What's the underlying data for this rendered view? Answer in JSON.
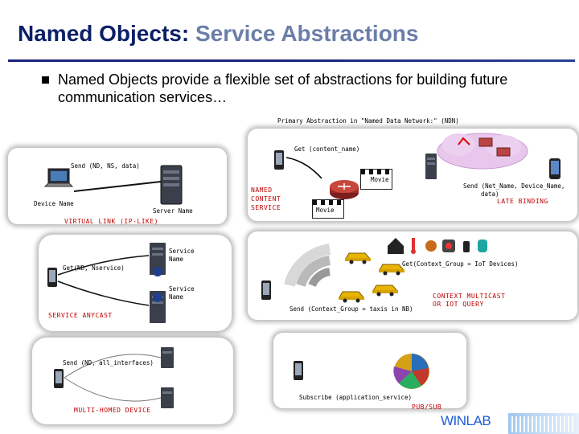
{
  "header": {
    "title_part1": "Named Objects:",
    "title_part2": "Service Abstractions"
  },
  "bullet": {
    "text": "Named Objects provide a flexible set of abstractions for building future communication services…"
  },
  "ndn": {
    "caption": "Primary Abstraction in \"Named Data Network:\" (NDN)",
    "get_label": "Get (content_name)",
    "named_content": [
      "NAMED",
      "CONTENT",
      "SERVICE"
    ],
    "movie_label": "Movie",
    "send_net": [
      "Send (Net_Name, Device_Name,",
      "data)"
    ],
    "late_binding": "LATE BINDING"
  },
  "virtual_link": {
    "send_label": "Send (ND, NS, data)",
    "device_name": "Device Name",
    "server_name": "Server Name",
    "title": "VIRTUAL LINK (IP-LIKE)"
  },
  "anycast": {
    "get_label": "Get(ND, Nservice)",
    "service_name_1": [
      "Service",
      "Name"
    ],
    "service_name_2": [
      "Service",
      "Name"
    ],
    "title": "SERVICE ANYCAST"
  },
  "multicast": {
    "get_label": "Get(Context_Group = IoT Devices)",
    "send_label": "Send (Context_Group = taxis in NB)",
    "title": [
      "CONTEXT MULTICAST",
      "OR IOT QUERY"
    ]
  },
  "multihomed": {
    "send_label": "Send (ND, all_interfaces)",
    "title": "MULTI-HOMED DEVICE"
  },
  "pubsub": {
    "subscribe_label": "Subscribe (application_service)",
    "title": "PUB/SUB"
  },
  "footer": {
    "logo": "WINLAB"
  },
  "colors": {
    "title_dark": "#0b1f66",
    "title_light": "#6b7ea8",
    "accent_red": "#c00000",
    "logo_blue": "#1e5bd8"
  }
}
